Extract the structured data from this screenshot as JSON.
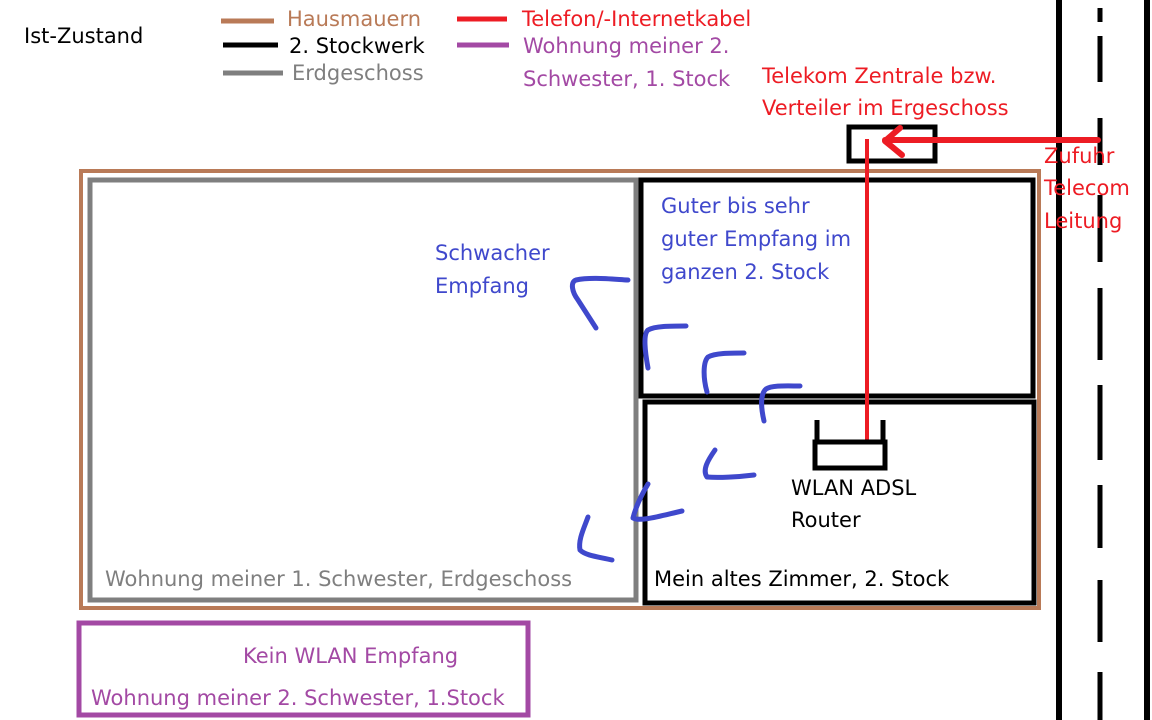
{
  "title": "Ist-Zustand",
  "colors": {
    "hausmauern": "#b97a57",
    "stockwerk2": "#000000",
    "erdgeschoss": "#7f7f7f",
    "kabel": "#ed1c24",
    "wohnung2": "#a349a4",
    "signal": "#3f48cc"
  },
  "legend": [
    {
      "label": "Hausmauern",
      "color_key": "hausmauern"
    },
    {
      "label": "2. Stockwerk",
      "color_key": "stockwerk2"
    },
    {
      "label": "Erdgeschoss",
      "color_key": "erdgeschoss"
    },
    {
      "label": "Telefon/-Internetkabel",
      "color_key": "kabel"
    },
    {
      "label_line1": "Wohnung meiner 2.",
      "label_line2": "Schwester, 1. Stock",
      "color_key": "wohnung2"
    }
  ],
  "annotations": {
    "zentrale_line1": "Telekom Zentrale bzw.",
    "zentrale_line2": "Verteiler im Ergeschoss",
    "zufuhr_line1": "Zufuhr",
    "zufuhr_line2": "Telecom",
    "zufuhr_line3": "Leitung",
    "weak_line1": "Schwacher",
    "weak_line2": "Empfang",
    "good_line1": "Guter bis sehr",
    "good_line2": "guter Empfang im",
    "good_line3": "ganzen 2. Stock",
    "router_line1": "WLAN ADSL",
    "router_line2": "Router",
    "room_label": "Mein altes Zimmer, 2. Stock",
    "erdgeschoss_label": "Wohnung meiner 1. Schwester, Erdgeschoss",
    "no_wlan": "Kein WLAN Empfang",
    "wohnung2_label": "Wohnung meiner 2. Schwester, 1.Stock"
  }
}
